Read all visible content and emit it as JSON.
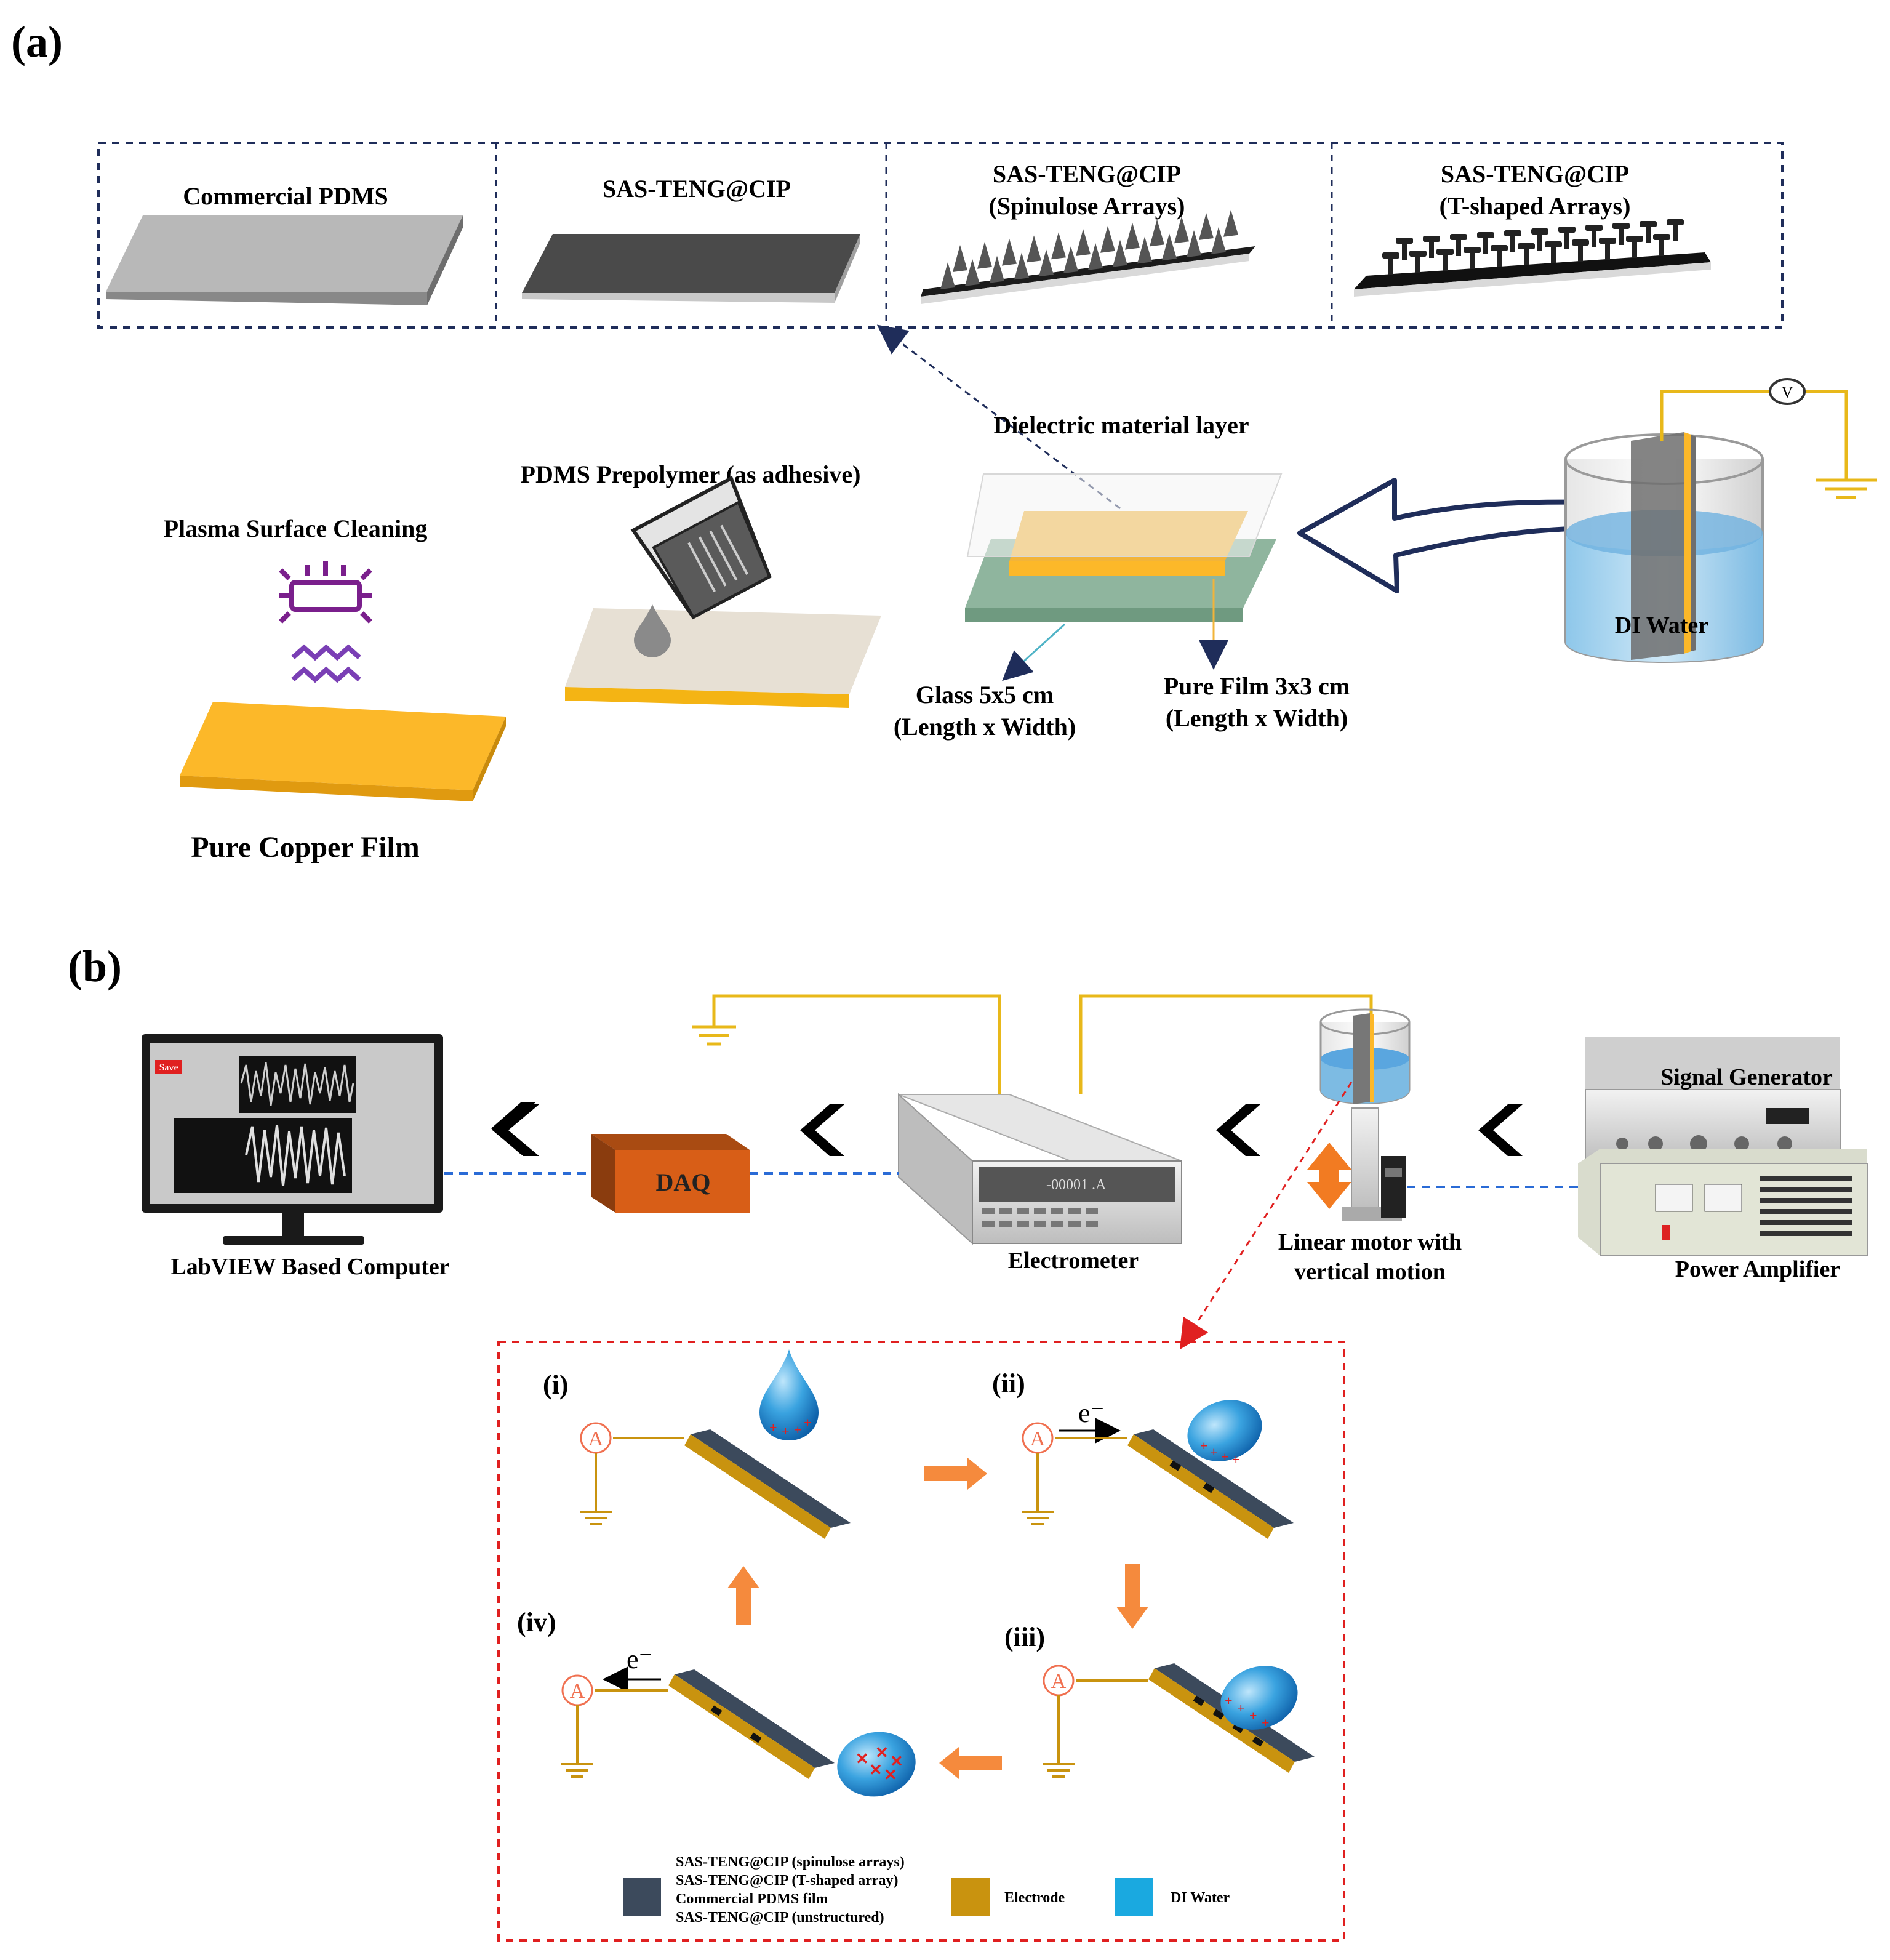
{
  "panel_a": {
    "label": "(a)",
    "samples": [
      {
        "name": "Commercial PDMS",
        "sub": ""
      },
      {
        "name": "SAS-TENG@CIP",
        "sub": ""
      },
      {
        "name": "SAS-TENG@CIP",
        "sub": "(Spinulose Arrays)"
      },
      {
        "name": "SAS-TENG@CIP",
        "sub": "(T-shaped Arrays)"
      }
    ],
    "plasma_label": "Plasma Surface Cleaning",
    "copper_label": "Pure Copper Film",
    "prepolymer_label": "PDMS Prepolymer (as adhesive)",
    "dielectric_label": "Dielectric material layer",
    "glass_label": [
      "Glass 5x5 cm",
      "(Length x Width)"
    ],
    "film_label": [
      "Pure Film 3x3 cm",
      "(Length x Width)"
    ],
    "water_label": "DI Water",
    "voltmeter_symbol": "V"
  },
  "panel_b": {
    "label": "(b)",
    "computer_label": "LabVIEW Based Computer",
    "software_button": "Save",
    "daq_label": "DAQ",
    "electrometer_label": "Electrometer",
    "motor_label": [
      "Linear motor with",
      "vertical motion"
    ],
    "signal_generator_label": "Signal  Generator",
    "power_amplifier_label": "Power Amplifier",
    "stages": [
      {
        "id": "(i)",
        "electron": ""
      },
      {
        "id": "(ii)",
        "electron": "e⁻"
      },
      {
        "id": "(iii)",
        "electron": ""
      },
      {
        "id": "(iv)",
        "electron": "e⁻"
      }
    ],
    "ammeter_symbol": "A",
    "legend": {
      "dielectric": [
        "SAS-TENG@CIP (spinulose arrays)",
        "SAS-TENG@CIP (T-shaped array)",
        "Commercial PDMS film",
        "SAS-TENG@CIP (unstructured)"
      ],
      "electrode": "Electrode",
      "water": "DI Water"
    }
  },
  "colors": {
    "dashed_box": "#1f2d5a",
    "copper": "#fcb829",
    "dielectric": "#3c4a5c",
    "electrode": "#c9930f",
    "water": "#1aa9e0",
    "arrow_orange": "#f58a3d",
    "wire": "#e8b81a",
    "red_box": "#e02020"
  }
}
